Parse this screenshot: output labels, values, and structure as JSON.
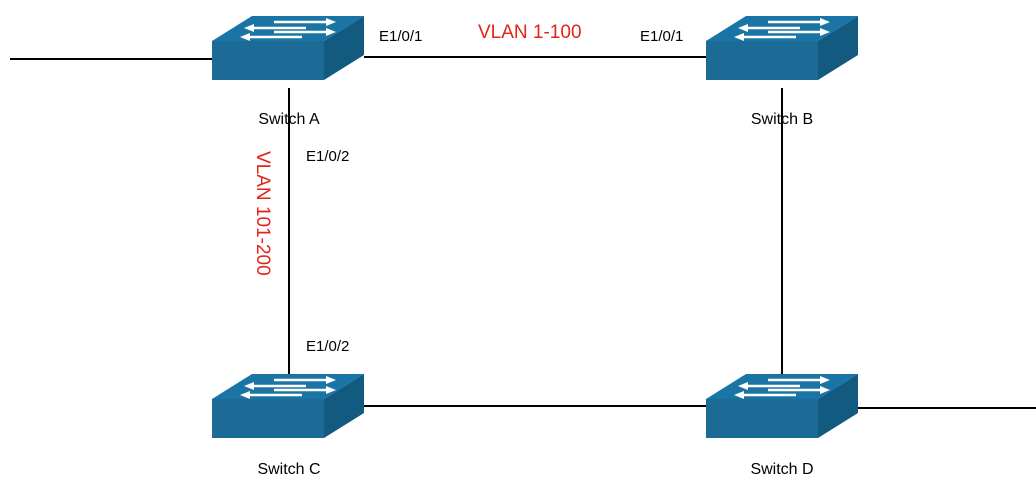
{
  "colors": {
    "vlan_label": "#e3241b",
    "switch_top": "#1a75a6",
    "switch_front": "#1b6b96",
    "switch_side": "#125a80",
    "switch_arrows": "#ffffff",
    "links": "#000000"
  },
  "switches": {
    "a": {
      "name": "Switch A",
      "icon": "network-switch-icon"
    },
    "b": {
      "name": "Switch B",
      "icon": "network-switch-icon"
    },
    "c": {
      "name": "Switch C",
      "icon": "network-switch-icon"
    },
    "d": {
      "name": "Switch D",
      "icon": "network-switch-icon"
    }
  },
  "ports": {
    "a_to_b": "E1/0/1",
    "b_to_a": "E1/0/1",
    "a_to_c": "E1/0/2",
    "c_to_a": "E1/0/2"
  },
  "vlans": {
    "a_b": "VLAN 1-100",
    "a_c": "VLAN 101-200"
  }
}
